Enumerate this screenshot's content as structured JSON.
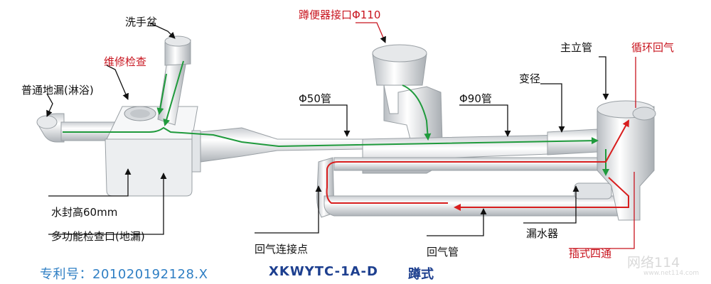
{
  "labels": {
    "wash_basin": "洗手盆",
    "maintenance_check": "维修检查",
    "floor_drain_shower": "普通地漏(淋浴)",
    "water_seal_height": "水封高60mm",
    "multi_check_port": "多功能检查口(地漏)",
    "squat_toilet_inlet": "蹲便器接口Φ110",
    "pipe_50": "Φ50管",
    "pipe_90": "Φ90管",
    "reducer": "变径",
    "main_stack": "主立管",
    "circulating_vent": "循环回气",
    "vent_connection_point": "回气连接点",
    "vent_pipe": "回气管",
    "leak_device": "漏水器",
    "plug_in_cross": "插式四通"
  },
  "footer": {
    "patent": "专利号：201020192128.X",
    "model": "XKWYTC-1A-D",
    "type": "蹲式"
  },
  "watermark": {
    "main": "网络114",
    "sub": "www.net114.com"
  },
  "colors": {
    "green_flow": "#1f9a3c",
    "red_flow": "#d81e1e",
    "red_label": "#c8141e",
    "patent_blue": "#2f7fc4",
    "model_navy": "#1d3f8f"
  }
}
